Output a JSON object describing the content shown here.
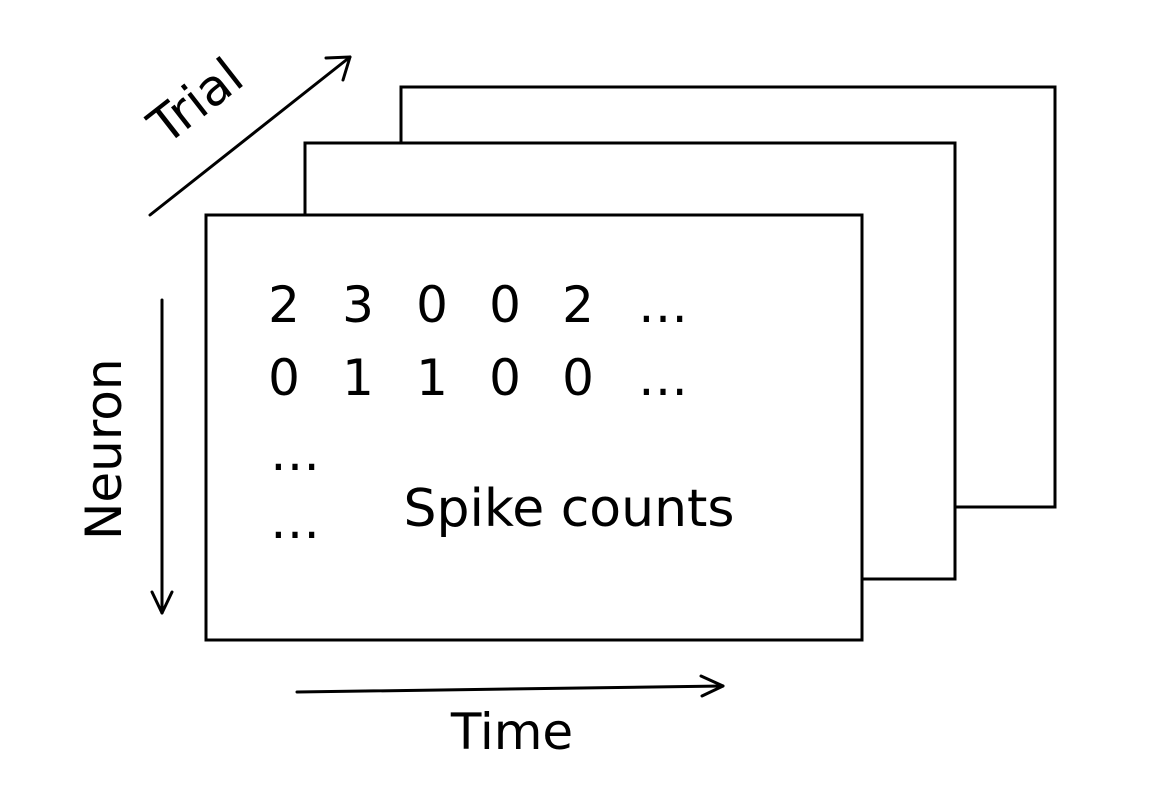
{
  "axes": {
    "trial_label": "Trial",
    "neuron_label": "Neuron",
    "time_label": "Time"
  },
  "matrix": {
    "rows": [
      [
        "2",
        "3",
        "0",
        "0",
        "2",
        "…"
      ],
      [
        "0",
        "1",
        "1",
        "0",
        "0",
        "…"
      ],
      [
        "…"
      ],
      [
        "…"
      ]
    ],
    "caption": "Spike counts"
  },
  "colors": {
    "stroke": "#000000",
    "background": "#ffffff"
  }
}
